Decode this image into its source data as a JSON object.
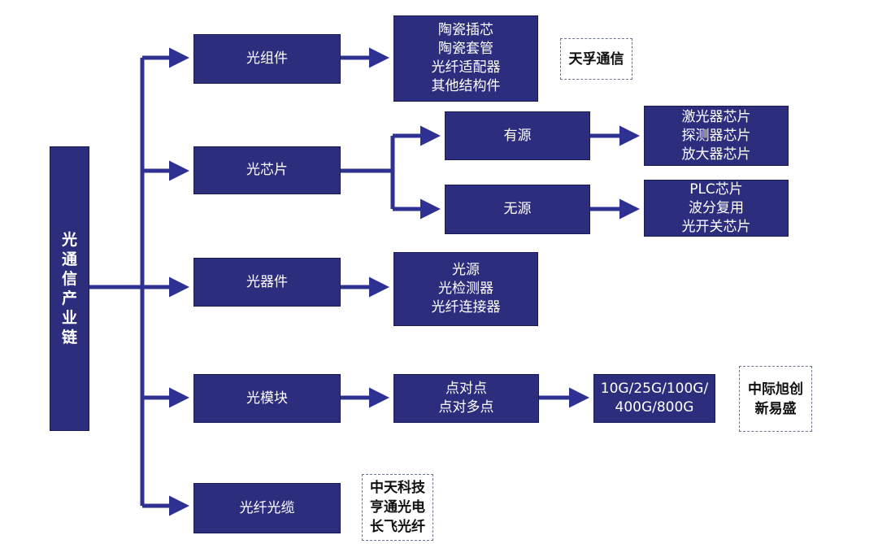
{
  "root": {
    "label": "光通信产业链"
  },
  "l1": {
    "optical_assembly": "光组件",
    "optical_chip": "光芯片",
    "optical_device": "光器件",
    "optical_module": "光模块",
    "fiber_cable": "光纤光缆"
  },
  "l2": {
    "active": "有源",
    "passive": "无源"
  },
  "details": {
    "assembly_items": [
      "陶瓷插芯",
      "陶瓷套管",
      "光纤适配器",
      "其他结构件"
    ],
    "active_items": [
      "激光器芯片",
      "探测器芯片",
      "放大器芯片"
    ],
    "passive_items": [
      "PLC芯片",
      "波分复用",
      "光开关芯片"
    ],
    "device_items": [
      "光源",
      "光检测器",
      "光纤连接器"
    ],
    "module_topology": [
      "点对点",
      "点对多点"
    ],
    "module_rates": [
      "10G/25G/100G/",
      "400G/800G"
    ]
  },
  "companies": {
    "assembly": [
      "天孚通信"
    ],
    "module": [
      "中际旭创",
      "新易盛"
    ],
    "fiber": [
      "中天科技",
      "亨通光电",
      "长飞光纤"
    ]
  },
  "colors": {
    "box_fill": "#2d2d7e",
    "connector": "#2e3192",
    "note_border": "#6a7590"
  }
}
